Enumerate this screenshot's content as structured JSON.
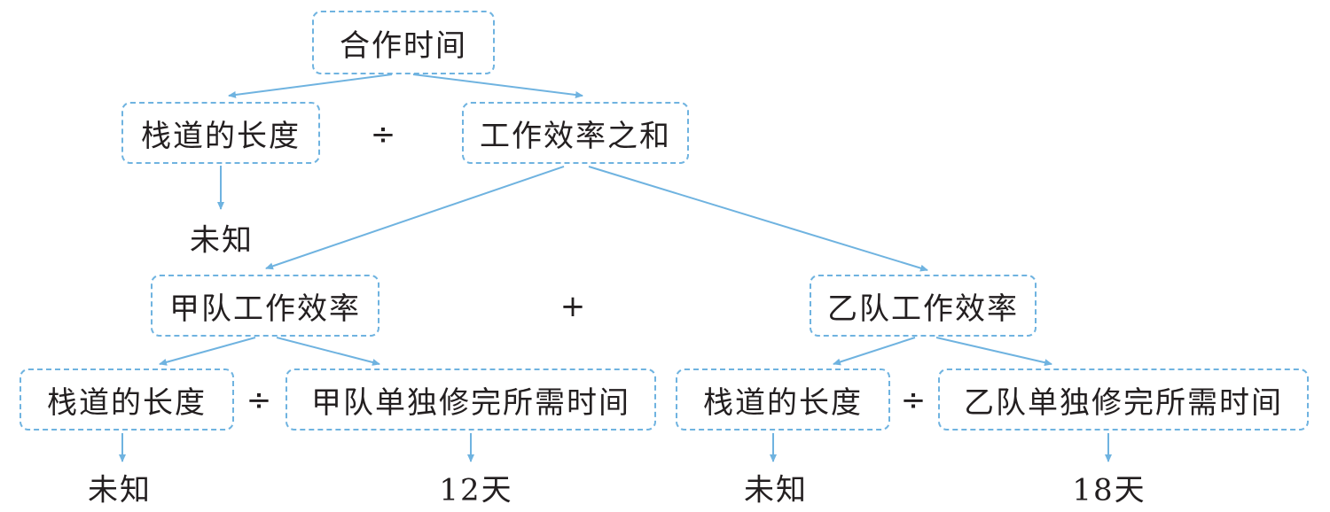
{
  "diagram": {
    "root": "合作时间",
    "level1": {
      "left": "栈道的长度",
      "operator": "÷",
      "right": "工作效率之和",
      "left_value": "未知"
    },
    "level2": {
      "left": "甲队工作效率",
      "operator": "+",
      "right": "乙队工作效率"
    },
    "level3_a": {
      "left": "栈道的长度",
      "operator": "÷",
      "right": "甲队单独修完所需时间",
      "left_value": "未知",
      "right_value": "12天"
    },
    "level3_b": {
      "left": "栈道的长度",
      "operator": "÷",
      "right": "乙队单独修完所需时间",
      "left_value": "未知",
      "right_value": "18天"
    }
  },
  "colors": {
    "box_border": "#6fb3e0",
    "arrow": "#6fb3e0",
    "text": "#231f20"
  }
}
